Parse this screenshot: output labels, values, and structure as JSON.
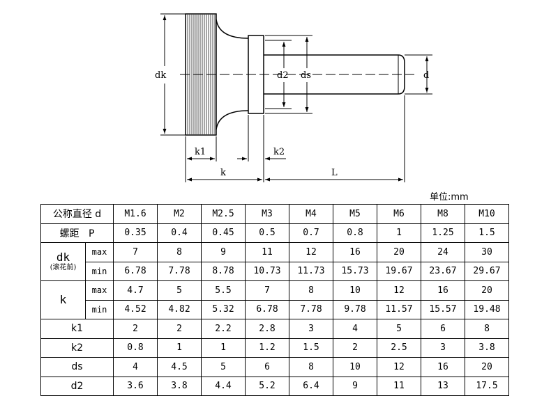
{
  "drawing_labels": {
    "dk": "dk",
    "d2": "d2",
    "ds": "ds",
    "d": "d",
    "k1": "k1",
    "k2": "k2",
    "k": "k",
    "L": "L"
  },
  "unit_label": "单位:mm",
  "table": {
    "header_label": "公称直径 d",
    "sizes": [
      "M1.6",
      "M2",
      "M2.5",
      "M3",
      "M4",
      "M5",
      "M6",
      "M8",
      "M10"
    ],
    "pitch": {
      "label": "螺距   P",
      "values": [
        "0.35",
        "0.4",
        "0.45",
        "0.5",
        "0.7",
        "0.8",
        "1",
        "1.25",
        "1.5"
      ]
    },
    "dk": {
      "label": "dk",
      "note": "(滚花前)",
      "max_label": "max",
      "min_label": "min",
      "max": [
        "7",
        "8",
        "9",
        "11",
        "12",
        "16",
        "20",
        "24",
        "30"
      ],
      "min": [
        "6.78",
        "7.78",
        "8.78",
        "10.73",
        "11.73",
        "15.73",
        "19.67",
        "23.67",
        "29.67"
      ]
    },
    "k": {
      "label": "k",
      "max_label": "max",
      "min_label": "min",
      "max": [
        "4.7",
        "5",
        "5.5",
        "7",
        "8",
        "10",
        "12",
        "16",
        "20"
      ],
      "min": [
        "4.52",
        "4.82",
        "5.32",
        "6.78",
        "7.78",
        "9.78",
        "11.57",
        "15.57",
        "19.48"
      ]
    },
    "rows": [
      {
        "label": "k1",
        "values": [
          "2",
          "2",
          "2.2",
          "2.8",
          "3",
          "4",
          "5",
          "6",
          "8"
        ]
      },
      {
        "label": "k2",
        "values": [
          "0.8",
          "1",
          "1",
          "1.2",
          "1.5",
          "2",
          "2.5",
          "3",
          "3.8"
        ]
      },
      {
        "label": "ds",
        "values": [
          "4",
          "4.5",
          "5",
          "6",
          "8",
          "10",
          "12",
          "16",
          "20"
        ]
      },
      {
        "label": "d2",
        "values": [
          "3.6",
          "3.8",
          "4.4",
          "5.2",
          "6.4",
          "9",
          "11",
          "13",
          "17.5"
        ]
      }
    ]
  }
}
